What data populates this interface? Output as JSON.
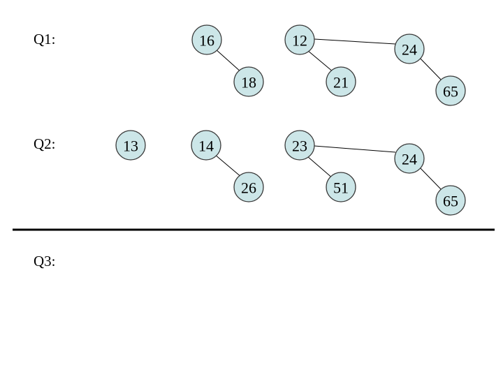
{
  "labels": {
    "q1": "Q1:",
    "q2": "Q2:",
    "q3": "Q3:"
  },
  "q1_nodes": {
    "n16": "16",
    "n12": "12",
    "n24": "24",
    "n18": "18",
    "n21": "21",
    "n65": "65"
  },
  "q2_nodes": {
    "n13": "13",
    "n14": "14",
    "n23": "23",
    "n24": "24",
    "n26": "26",
    "n51": "51",
    "n65": "65"
  },
  "colors": {
    "node_fill": "#cce6e8",
    "node_stroke": "#3a3a3a",
    "edge": "#000000",
    "divider": "#000000"
  }
}
